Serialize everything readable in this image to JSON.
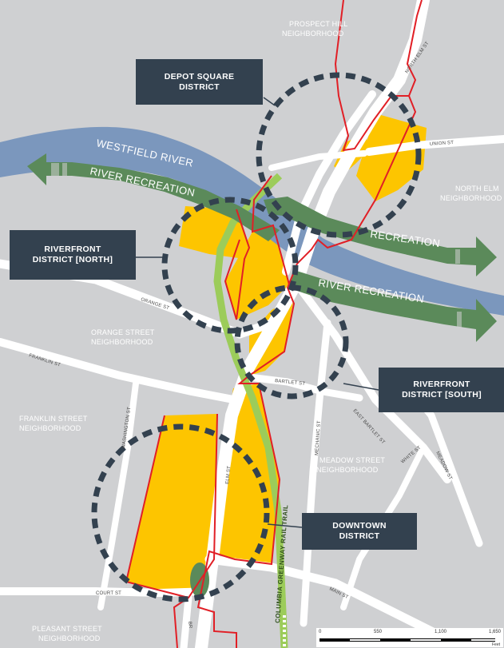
{
  "neighborhoods": {
    "prospect_hill_1": "PROSPECT HILL",
    "prospect_hill_2": "NEIGHBORHOOD",
    "north_elm_1": "NORTH ELM",
    "north_elm_2": "NEIGHBORHOOD",
    "orange_street_1": "ORANGE STREET",
    "orange_street_2": "NEIGHBORHOOD",
    "franklin_street_1": "FRANKLIN STREET",
    "franklin_street_2": "NEIGHBORHOOD",
    "meadow_street_1": "MEADOW STREET",
    "meadow_street_2": "NEIGHBORHOOD",
    "pleasant_street_1": "PLEASANT STREET",
    "pleasant_street_2": "NEIGHBORHOOD"
  },
  "streets": {
    "north_elm": "NORTH ELM ST",
    "union": "UNION ST",
    "orange": "ORANGE ST",
    "franklin": "FRANKLIN ST",
    "bartlet": "BARTLET ST",
    "east_bartlet": "EAST BARTLET ST",
    "mechanic": "MECHANIC ST",
    "washington": "WASHINGTON ST",
    "elm": "ELM ST",
    "white": "WHITE ST",
    "meadow": "MEADOW ST",
    "court": "COURT ST",
    "main": "MAIN ST",
    "broad": "BR"
  },
  "river": {
    "name": "WESTFIELD RIVER",
    "rec_west": "RIVER RECREATION",
    "rec_east_north": "RECREATION",
    "rec_east_south": "RIVER RECREATION"
  },
  "trail": "COLUMBIA GREENWAY RAIL TRAIL",
  "districts": {
    "depot_square": [
      "DEPOT SQUARE",
      "DISTRICT"
    ],
    "riverfront_north": [
      "RIVERFRONT",
      "DISTRICT [NORTH]"
    ],
    "riverfront_south": [
      "RIVERFRONT",
      "DISTRICT [SOUTH]"
    ],
    "downtown": [
      "DOWNTOWN",
      "DISTRICT"
    ]
  },
  "scale_bar": {
    "ticks": [
      "0",
      "550",
      "1,100",
      "1,650"
    ],
    "unit": "Feet"
  },
  "colors": {
    "background": "#cfd0d2",
    "road": "#ffffff",
    "river": "#7b97bd",
    "recreation": "#5b8a5a",
    "trail": "#9ccc5a",
    "development": "#fdc500",
    "boundary": "#e11f26",
    "district_ring": "#33414f",
    "label_box": "#33414f"
  }
}
